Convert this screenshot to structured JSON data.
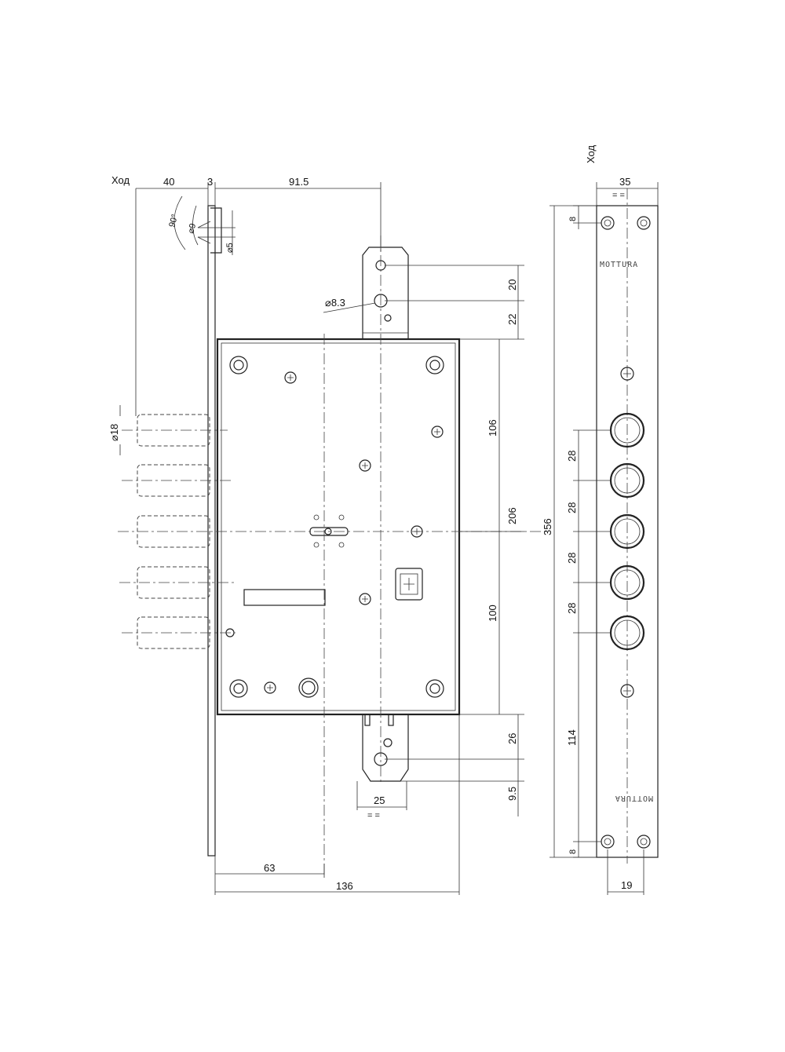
{
  "labels": {
    "stroke_left": "Ход",
    "stroke_right": "Ход",
    "dim_40": "40",
    "dim_3": "3",
    "dim_91_5": "91.5",
    "angle_90": "90°",
    "dia_9": "⌀9",
    "dia_5": "⌀5",
    "dia_8_3": "⌀8.3",
    "dia_18": "⌀18",
    "dim_20": "20",
    "dim_22": "22",
    "dim_106": "106",
    "dim_206": "206",
    "dim_100": "100",
    "dim_26": "26",
    "dim_9_5": "9.5",
    "dim_25": "25",
    "dim_63": "63",
    "dim_136": "136",
    "dim_356": "356",
    "dim_35": "35",
    "dim_8_top": "8",
    "dim_28_a": "28",
    "dim_28_b": "28",
    "dim_28_c": "28",
    "dim_28_d": "28",
    "dim_114": "114",
    "dim_8_bottom": "8",
    "dim_19": "19",
    "brand_top": "MOTTURA",
    "brand_bottom": "MOTTURA",
    "eq_marks": "= ="
  }
}
